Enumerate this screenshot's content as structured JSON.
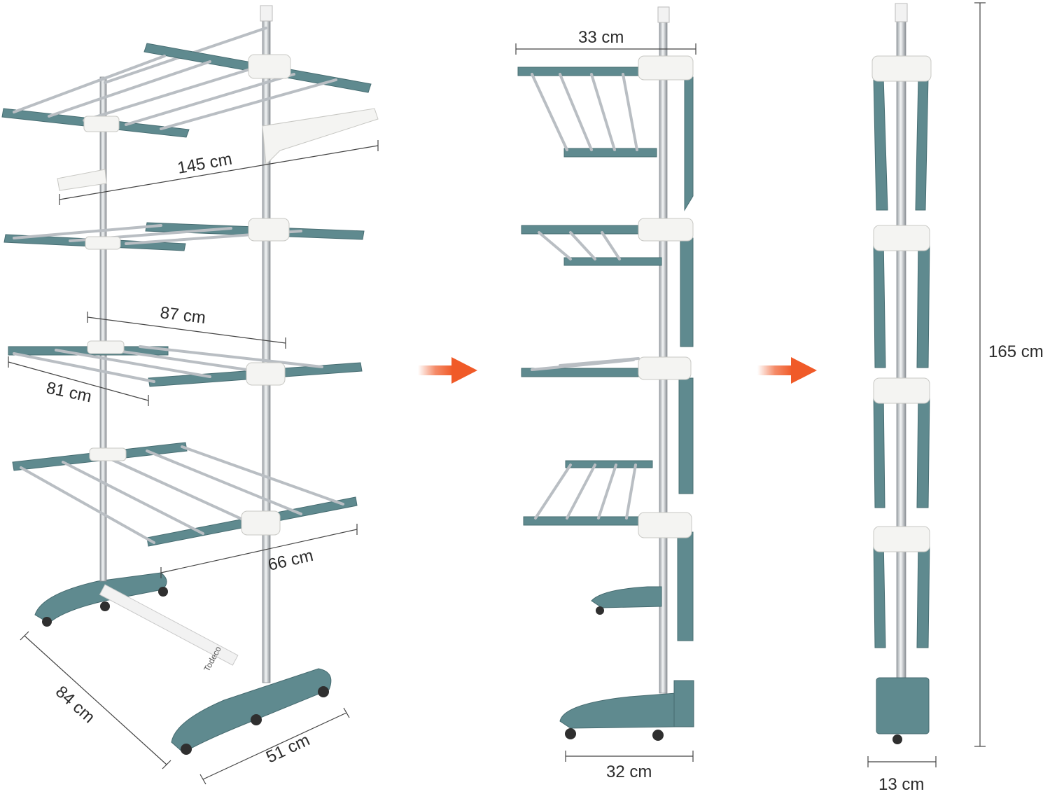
{
  "dimensions": {
    "open_view": {
      "d145": "145 cm",
      "d87": "87 cm",
      "d81": "81 cm",
      "d66": "66 cm",
      "d84": "84 cm",
      "d51": "51 cm"
    },
    "half_folded_view": {
      "d33": "33 cm",
      "d32": "32 cm"
    },
    "folded_view": {
      "d165": "165 cm",
      "d13": "13 cm"
    }
  },
  "brand_mark": "Todeco",
  "arrow_color": "#f05a28",
  "accent_color": "#5f8a8f"
}
